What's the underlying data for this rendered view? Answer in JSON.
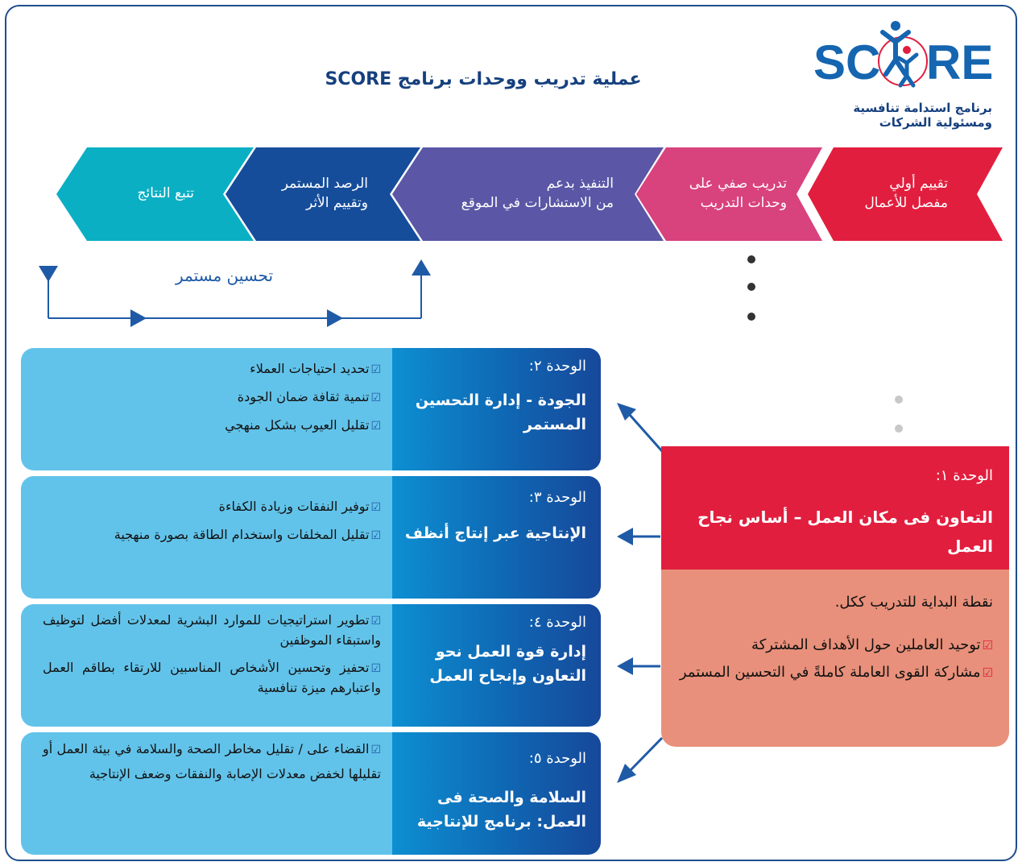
{
  "title": "عملية تدريب ووحدات برنامج SCORE",
  "logo": {
    "text": "SCORE",
    "subtitle_line1": "برنامج استدامة تنافسية",
    "subtitle_line2": "ومسئولية الشركات",
    "colors": {
      "blue": "#1565b0",
      "red": "#e21e3e"
    }
  },
  "process_steps": [
    {
      "label_line1": "تقييم أولي",
      "label_line2": "مفصل للأعمال",
      "color": "#e21e3e"
    },
    {
      "label_line1": "تدريب صفي على",
      "label_line2": "وحدات التدريب",
      "color": "#d8427d"
    },
    {
      "label_line1": "التنفيذ بدعم",
      "label_line2": "من الاستشارات في الموقع",
      "color": "#5b57a6"
    },
    {
      "label_line1": "الرصد المستمر",
      "label_line2": "وتقييم الأثر",
      "color": "#154d9a"
    },
    {
      "label_line1": "تتبع النتائج",
      "label_line2": "",
      "color": "#0bafc4"
    }
  ],
  "continuous_improvement": "تحسين مستمر",
  "module1": {
    "number": "الوحدة ١:",
    "name": "التعاون فى مكان العمل – أساس نجاح العمل",
    "intro": "نقطة البداية للتدريب ككل.",
    "bullets": [
      "توحيد العاملين حول الأهداف المشتركة",
      "مشاركة القوى العاملة كاملةً في التحسين المستمر"
    ],
    "colors": {
      "head": "#e21e3e",
      "body": "#e8907b"
    }
  },
  "modules": [
    {
      "number": "الوحدة ٢:",
      "name": "الجودة - إدارة التحسين المستمر",
      "bullets": [
        "تحديد احتياجات العملاء",
        "تنمية ثقافة ضمان الجودة",
        "تقليل العيوب بشكل منهجي"
      ]
    },
    {
      "number": "الوحدة ٣:",
      "name": "الإنتاجية عبر إنتاج أنظف",
      "bullets": [
        "توفير النفقات وزيادة الكفاءة",
        "تقليل المخلفات واستخدام الطاقة بصورة منهجية"
      ]
    },
    {
      "number": "الوحدة ٤:",
      "name": "إدارة قوة العمل نحو التعاون وإنجاح العمل",
      "bullets": [
        "تطوير استراتيجيات للموارد البشرية لمعدلات أفضل لتوظيف واستبقاء الموظفين",
        "تحفيز وتحسين الأشخاص المناسبين للارتقاء بطاقم العمل واعتبارهم ميزة تنافسية"
      ]
    },
    {
      "number": "الوحدة ٥:",
      "name": "السلامة والصحة فى العمل: برنامج للإنتاجية",
      "bullets": [
        "القضاء على / تقليل مخاطر الصحة والسلامة في بيئة العمل أو تقليلها لخفض معدلات الإصابة والنفقات وضعف الإنتاجية"
      ]
    }
  ]
}
